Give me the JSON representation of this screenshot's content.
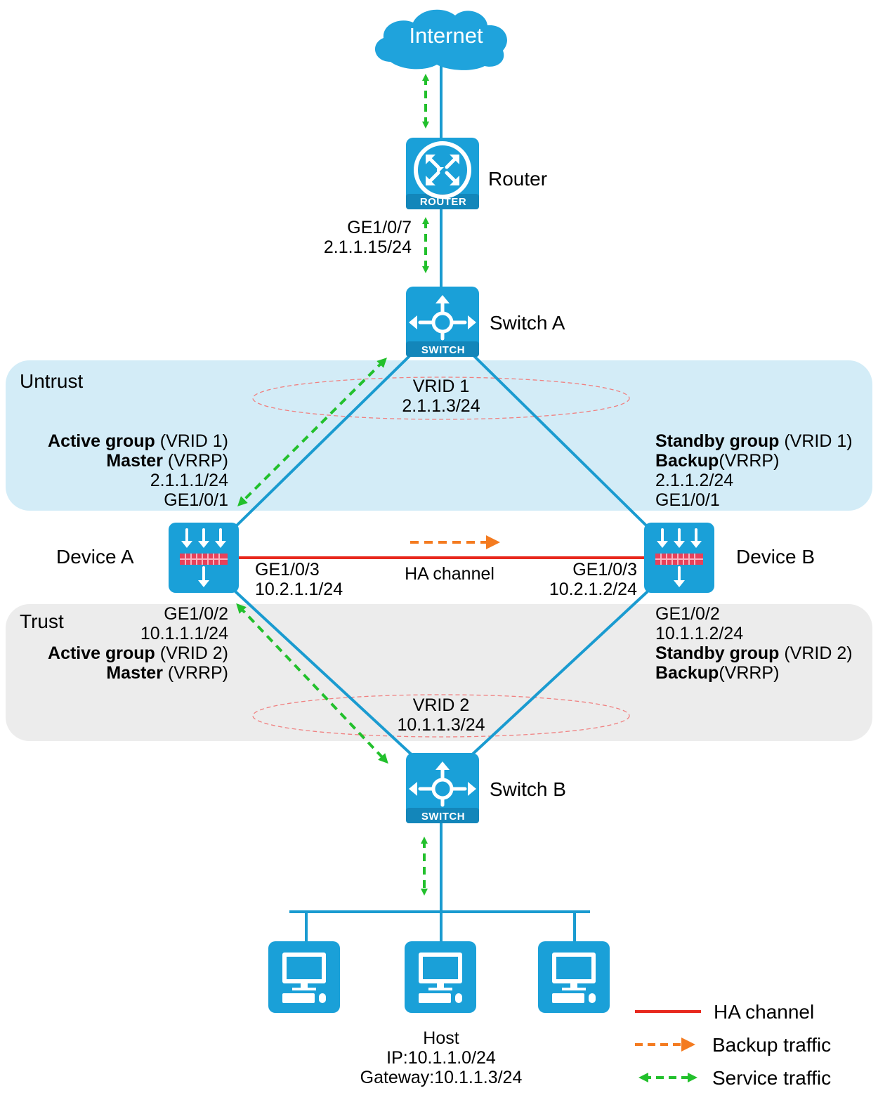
{
  "colors": {
    "device_blue": "#1aa0d8",
    "link_blue": "#1a9bd0",
    "ha_red": "#e8281d",
    "backup_orange": "#f47b20",
    "service_green": "#22c02c",
    "untrust_zone": "#d3ecf7",
    "trust_zone": "#ececec",
    "vrid_ellipse": "#f08080"
  },
  "cloud": {
    "label": "Internet"
  },
  "router": {
    "name": "Router",
    "badge": "ROUTER",
    "port": "GE1/0/7",
    "ip": "2.1.1.15/24"
  },
  "switch_a": {
    "name": "Switch A",
    "badge": "SWITCH"
  },
  "switch_b": {
    "name": "Switch B",
    "badge": "SWITCH"
  },
  "zones": {
    "untrust": "Untrust",
    "trust": "Trust"
  },
  "vrid1": {
    "name": "VRID 1",
    "ip": "2.1.1.3/24"
  },
  "vrid2": {
    "name": "VRID 2",
    "ip": "10.1.1.3/24"
  },
  "device_a": {
    "name": "Device A",
    "up_group": "Active group",
    "up_group_vrid": " (VRID 1)",
    "up_role": "Master",
    "up_role_proto": " (VRRP)",
    "up_ip": "2.1.1.1/24",
    "up_port": "GE1/0/1",
    "ha_port": "GE1/0/3",
    "ha_ip": "10.2.1.1/24",
    "down_port": "GE1/0/2",
    "down_ip": "10.1.1.1/24",
    "down_group": "Active group",
    "down_group_vrid": " (VRID 2)",
    "down_role": "Master",
    "down_role_proto": " (VRRP)"
  },
  "device_b": {
    "name": "Device B",
    "up_group": "Standby group",
    "up_group_vrid": " (VRID 1)",
    "up_role": "Backup",
    "up_role_proto": "(VRRP)",
    "up_ip": "2.1.1.2/24",
    "up_port": "GE1/0/1",
    "ha_port": "GE1/0/3",
    "ha_ip": "10.2.1.2/24",
    "down_port": "GE1/0/2",
    "down_ip": "10.1.1.2/24",
    "down_group": "Standby group",
    "down_group_vrid": " (VRID 2)",
    "down_role": "Backup",
    "down_role_proto": "(VRRP)"
  },
  "ha_channel_label": "HA channel",
  "host": {
    "title": "Host",
    "ip": "IP:10.1.1.0/24",
    "gateway": "Gateway:10.1.1.3/24"
  },
  "legend": {
    "ha": "HA channel",
    "backup": "Backup traffic",
    "service": "Service traffic"
  },
  "icons": {
    "cloud": "cloud-icon",
    "router": "router-icon",
    "switch": "switch-icon",
    "firewall": "firewall-icon",
    "pc": "pc-icon"
  }
}
